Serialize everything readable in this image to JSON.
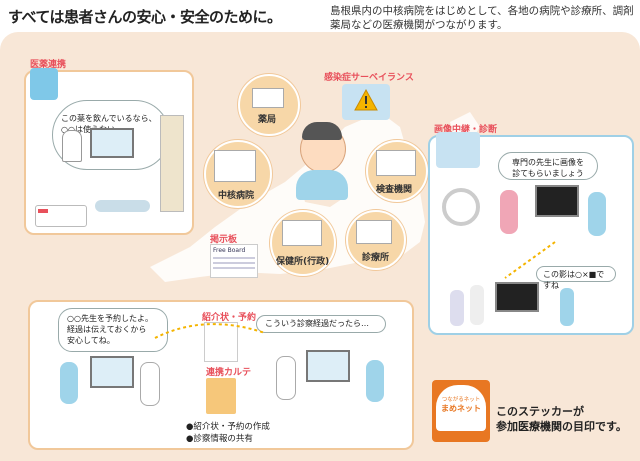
{
  "header": {
    "title": "すべては患者さんの安心・安全のために。",
    "description": "島根県内の中核病院をはじめとして、各地の病院や診療所、調剤薬局などの医療機関がつながります。"
  },
  "panels": {
    "medication": {
      "label": "医薬連携",
      "bubble_line1": "この薬を飲んでいるなら、",
      "bubble_line2": "○○は使えない。"
    },
    "imaging": {
      "label": "画像中継・診断",
      "bubble1_line1": "専門の先生に画像を",
      "bubble1_line2": "診てもらいましょう",
      "bubble2": "この影は○×■ですね"
    },
    "referral": {
      "bubble1_line1": "○○先生を予約したよ。",
      "bubble1_line2": "経過は伝えておくから",
      "bubble1_line3": "安心してね。",
      "bubble2": "こういう診察経過だったら…",
      "referral_label": "紹介状・予約",
      "karte_label": "連携カルテ",
      "bullet1": "●紹介状・予約の作成",
      "bullet2": "●診察情報の共有"
    }
  },
  "network": {
    "infection_label": "感染症サーベイランス",
    "pharmacy": "薬局",
    "core_hospital": "中核病院",
    "lab": "検査機関",
    "health_center": "保健所(行政)",
    "clinic": "診療所",
    "bulletin_label": "掲示板",
    "bulletin_board": "Free Board"
  },
  "sticker": {
    "line1": "つながるネット",
    "line2": "まめネット",
    "caption_line1": "このステッカーが",
    "caption_line2": "参加医療機関の目印です。"
  },
  "colors": {
    "accent_red": "#e8505b",
    "panel_border": "#f1c89a",
    "background": "#f8e7d7",
    "sticker_orange": "#e87722"
  }
}
